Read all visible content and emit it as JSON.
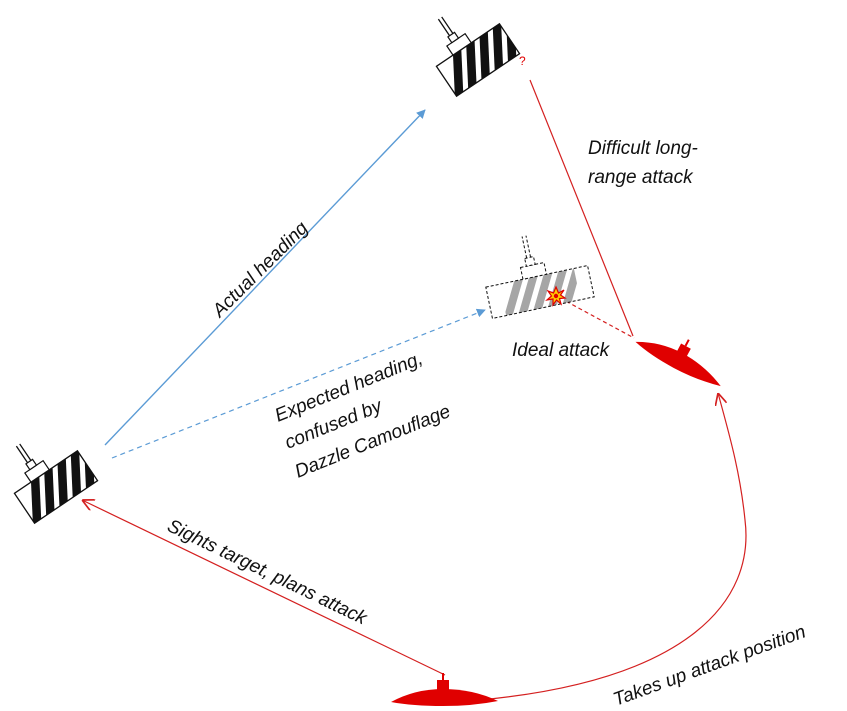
{
  "colors": {
    "submarine": "#e00000",
    "submarine_path": "#d42020",
    "actual_heading": "#5b9bd5",
    "expected_heading": "#5b9bd5",
    "ship_stripe": "#111111",
    "phantom_stripe": "#a6a6a6",
    "explosion": "#ffcc00"
  },
  "labels": {
    "actual_heading": "Actual heading",
    "expected_heading": [
      "Expected heading,",
      "confused by",
      "Dazzle Camouflage"
    ],
    "difficult_attack": [
      "Difficult long-",
      "range attack"
    ],
    "ideal_attack": "Ideal attack",
    "sights_target": "Sights target, plans attack",
    "takes_up_position": "Takes up attack position",
    "question_mark": "?"
  },
  "icons": {
    "ship": "dazzle-ship-icon",
    "phantom_ship": "phantom-ship-icon",
    "submarine": "submarine-icon",
    "explosion": "explosion-icon"
  }
}
